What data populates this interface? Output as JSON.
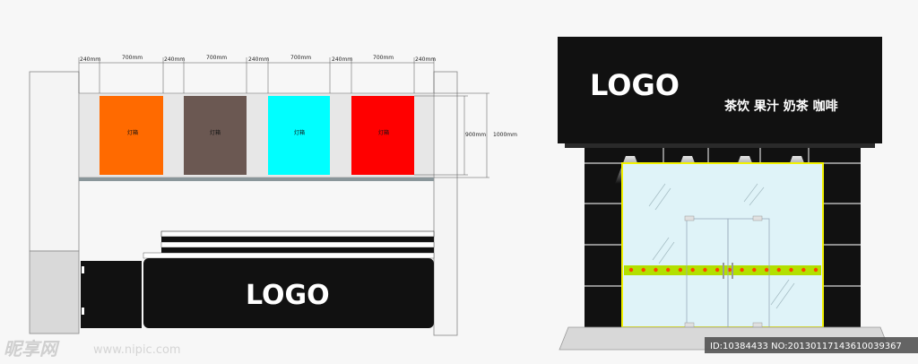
{
  "counter": {
    "dimensions": {
      "gap_label": "240mm",
      "box_label": "700mm",
      "height_box_label": "900mm",
      "height_total_label": "1000mm"
    },
    "lightboxes": [
      {
        "label": "灯箱",
        "color": "#ff6a00"
      },
      {
        "label": "灯箱",
        "color": "#6b5852"
      },
      {
        "label": "灯箱",
        "color": "#00ffff"
      },
      {
        "label": "灯箱",
        "color": "#ff0000"
      }
    ],
    "logo": "LOGO"
  },
  "storefront": {
    "logo": "LOGO",
    "slogan": "茶饮 果汁 奶茶 咖啡",
    "lights_count": 16
  },
  "watermark": {
    "brand": "昵享网",
    "url": "www.nipic.com",
    "id_text": "ID:10384433 NO:20130117143610039367"
  },
  "colors": {
    "black": "#111111",
    "glass": "#dff3f8",
    "frame_yellow": "#f2f200",
    "light_strip": "#b3e000",
    "bulb": "#ff4500"
  }
}
